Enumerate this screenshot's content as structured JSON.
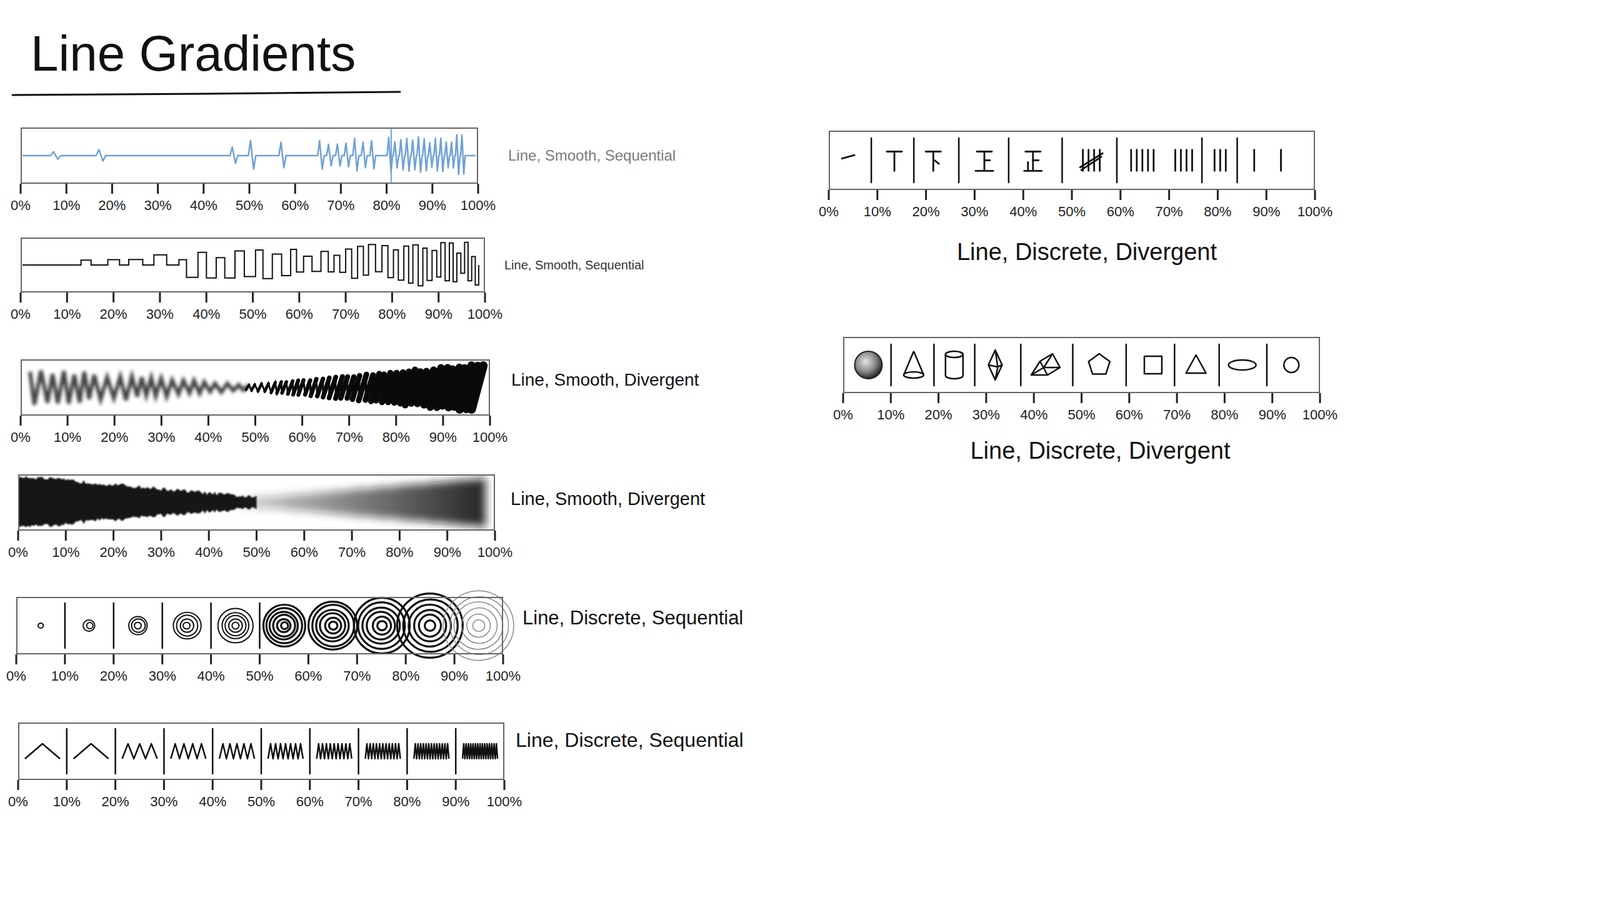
{
  "diagram": {
    "title": "Line Gradients",
    "nodes": [
      {
        "text": [
          "Line, Smooth, Sequential"
        ]
      },
      {
        "text": [
          "Line, Smooth, Sequential"
        ]
      },
      {
        "text": [
          "Line, Smooth, Divergent"
        ]
      },
      {
        "text": [
          "Line, Smooth, Divergent"
        ]
      },
      {
        "text": [
          "Line, Discrete, Sequential"
        ]
      },
      {
        "text": [
          "Line, Discrete, Sequential"
        ]
      },
      {
        "text": [
          "Line, Discrete, Divergent"
        ]
      },
      {
        "text": [
          "Line, Discrete, Divergent"
        ]
      }
    ],
    "labels": [
      "0%",
      "10%",
      "20%",
      "30%",
      "40%",
      "50%",
      "60%",
      "70%",
      "80%",
      "90%",
      "100%",
      "0%",
      "10%",
      "20%",
      "30%",
      "40%",
      "50%",
      "60%",
      "70%",
      "80%",
      "90%",
      "100%",
      "0%",
      "10%",
      "20%",
      "30%",
      "40%",
      "50%",
      "60%",
      "70%",
      "80%",
      "90%",
      "100%",
      "0%",
      "10%",
      "20%",
      "30%",
      "40%",
      "50%",
      "60%",
      "70%",
      "80%",
      "90%",
      "100%",
      "0%",
      "10%",
      "20%",
      "30%",
      "40%",
      "50%",
      "60%",
      "70%",
      "80%",
      "90%",
      "100%",
      "0%",
      "10%",
      "20%",
      "30%",
      "40%",
      "50%",
      "60%",
      "70%",
      "80%",
      "90%",
      "100%",
      "0%",
      "10%",
      "20%",
      "30%",
      "40%",
      "50%",
      "60%",
      "70%",
      "80%",
      "90%",
      "100%",
      "0%",
      "10%",
      "20%",
      "30%",
      "40%",
      "50%",
      "60%",
      "70%",
      "80%",
      "90%",
      "100%"
    ]
  }
}
